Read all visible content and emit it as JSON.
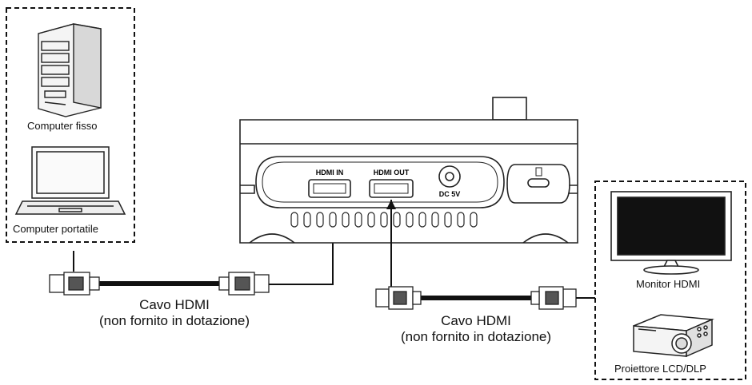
{
  "sources": {
    "desktop_label": "Computer fisso",
    "laptop_label": "Computer portatile"
  },
  "device": {
    "hdmi_in_label": "HDMI IN",
    "hdmi_out_label": "HDMI OUT",
    "dc_label": "DC 5V"
  },
  "cable_left": {
    "line1": "Cavo HDMI",
    "line2": "(non fornito in dotazione)"
  },
  "cable_right": {
    "line1": "Cavo HDMI",
    "line2": "(non fornito in dotazione)"
  },
  "outputs": {
    "monitor_label": "Monitor HDMI",
    "projector_label": "Proiettore LCD/DLP"
  }
}
